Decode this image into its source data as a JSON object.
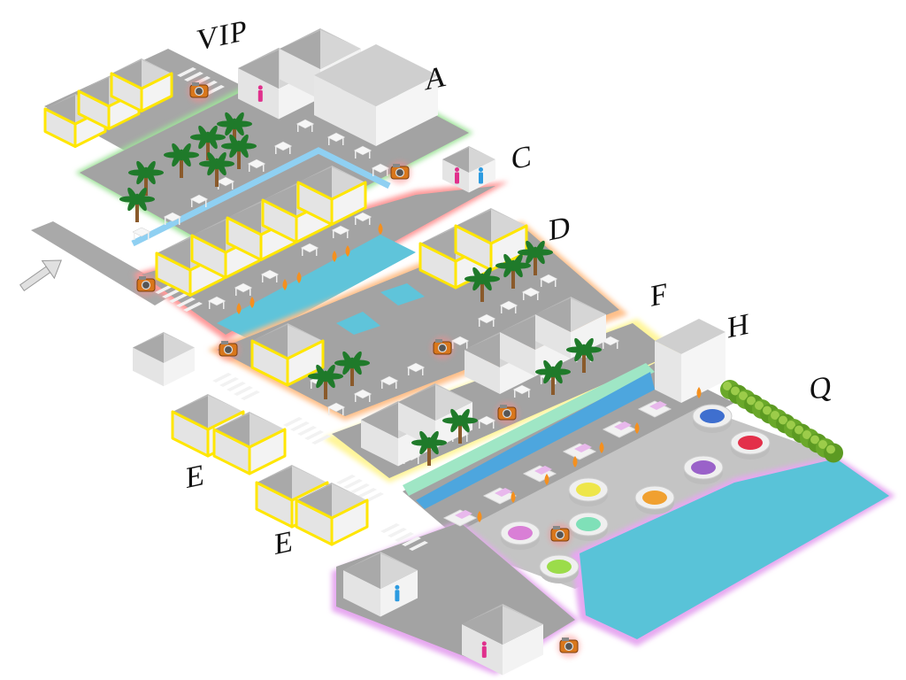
{
  "map": {
    "zones": [
      {
        "id": "vip",
        "label": "VIP"
      },
      {
        "id": "a",
        "label": "A"
      },
      {
        "id": "c",
        "label": "C"
      },
      {
        "id": "d",
        "label": "D"
      },
      {
        "id": "f",
        "label": "F"
      },
      {
        "id": "h",
        "label": "H"
      },
      {
        "id": "q",
        "label": "Q"
      },
      {
        "id": "e1",
        "label": "E"
      },
      {
        "id": "e2",
        "label": "E"
      }
    ],
    "icons": {
      "photo_spot": "camera-icon",
      "restroom_male": "man-icon",
      "restroom_female": "woman-icon",
      "fire_pit": "fire-icon",
      "entrance": "arrow-icon"
    },
    "colors": {
      "ground": "#a6a6a6",
      "water": "#59c3d8",
      "tent_outline": "#ffe600",
      "river": "#4da6de",
      "hedge": "#6aa82a",
      "camera": "#d9771c"
    }
  }
}
